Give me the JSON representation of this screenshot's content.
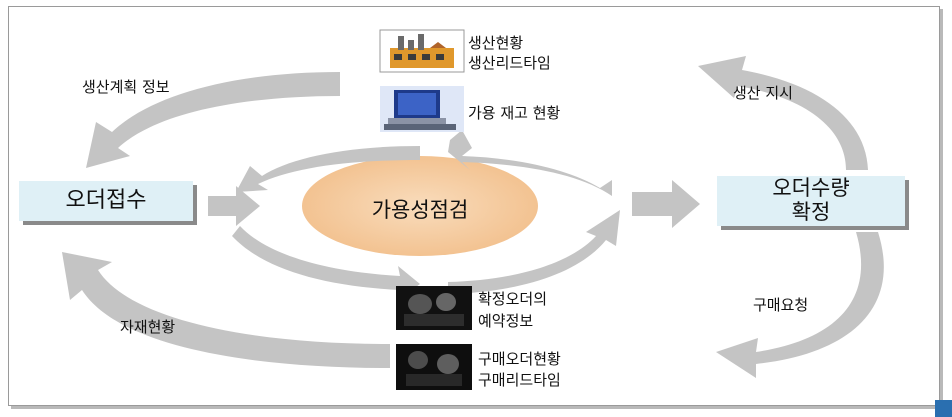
{
  "diagram": {
    "center": "가용성점검",
    "left_box": "오더접수",
    "right_box_line1": "오더수량",
    "right_box_line2": "확정",
    "labels": {
      "plan_info": "생산계획 정보",
      "production_order": "생산 지시",
      "material_status": "자재현황",
      "purchase_request": "구매요청"
    },
    "items": [
      {
        "line1": "생산현황",
        "line2": "생산리드타임",
        "icon": "factory-icon"
      },
      {
        "line1": "가용 재고 현황",
        "line2": "",
        "icon": "computer-icon"
      },
      {
        "line1": "확정오더의",
        "line2": "예약정보",
        "icon": "photo-icon"
      },
      {
        "line1": "구매오더현황",
        "line2": "구매리드타임",
        "icon": "photo-icon"
      }
    ]
  },
  "colors": {
    "arrow": "#c4c4c4",
    "center_fill": "#f7d2a8",
    "box_fill": "#dff0f6"
  }
}
